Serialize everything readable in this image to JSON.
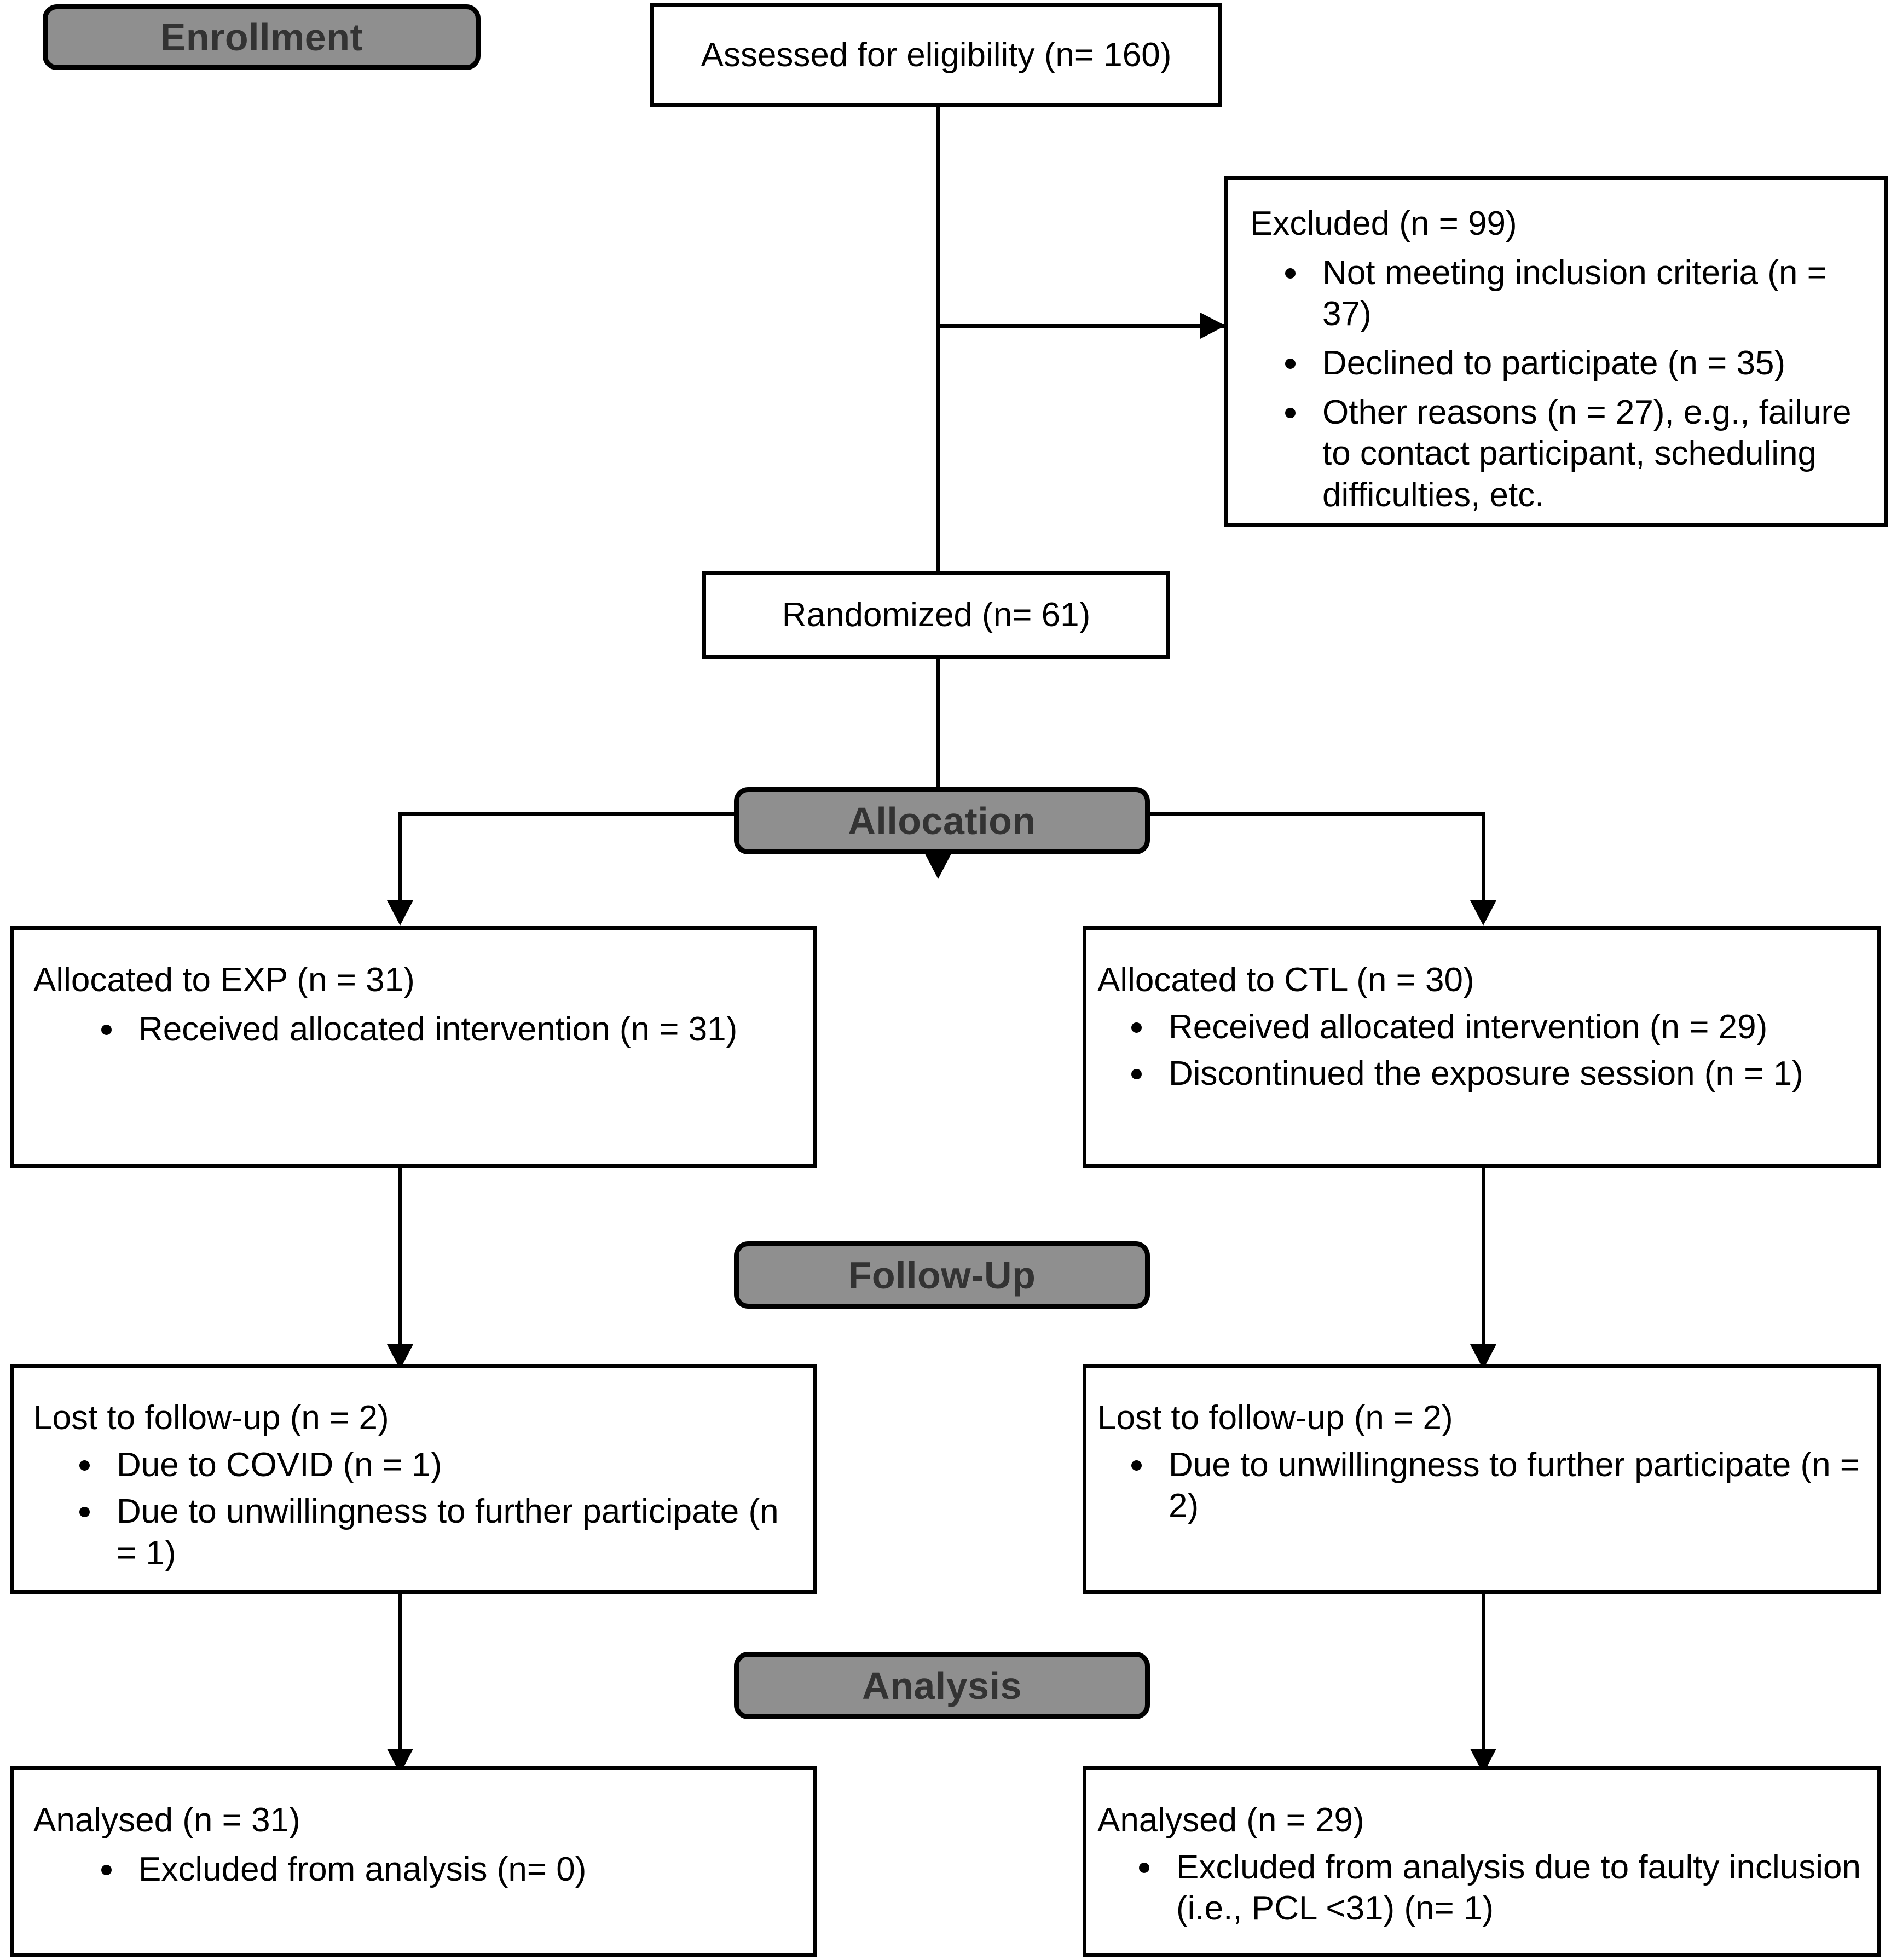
{
  "diagram": {
    "title": "CONSORT participant flow diagram",
    "accent_gray": "#8f8f8f",
    "line_color": "#000000",
    "background": "#ffffff"
  },
  "phases": {
    "enrollment": "Enrollment",
    "allocation": "Allocation",
    "follow_up": "Follow-Up",
    "analysis": "Analysis"
  },
  "enrollment": {
    "assessed": "Assessed for eligibility (n= 160)",
    "excluded_header": "Excluded  (n = 99)",
    "excluded_reasons": [
      "Not meeting inclusion criteria (n = 37)",
      "Declined to participate (n = 35)",
      "Other reasons (n = 27), e.g., failure to contact participant, scheduling difficulties, etc."
    ],
    "randomized": "Randomized (n= 61)"
  },
  "allocation": {
    "left": {
      "header": "Allocated to EXP (n = 31)",
      "items": [
        "Received allocated intervention (n = 31)"
      ]
    },
    "right": {
      "header": "Allocated to CTL (n = 30)",
      "items": [
        "Received allocated intervention (n = 29)",
        "Discontinued the exposure session (n = 1)"
      ]
    }
  },
  "follow_up": {
    "left": {
      "header": "Lost to follow-up (n = 2)",
      "items": [
        "Due to COVID (n = 1)",
        "Due to unwillingness to further participate (n = 1)"
      ]
    },
    "right": {
      "header": "Lost to follow-up (n = 2)",
      "items": [
        "Due to unwillingness to further participate (n = 2)"
      ]
    }
  },
  "analysis": {
    "left": {
      "header": "Analysed  (n = 31)",
      "items": [
        "Excluded from analysis (n= 0)"
      ]
    },
    "right": {
      "header": "Analysed  (n = 29)",
      "items": [
        "Excluded from analysis due to faulty inclusion (i.e., PCL <31) (n= 1)"
      ]
    }
  }
}
